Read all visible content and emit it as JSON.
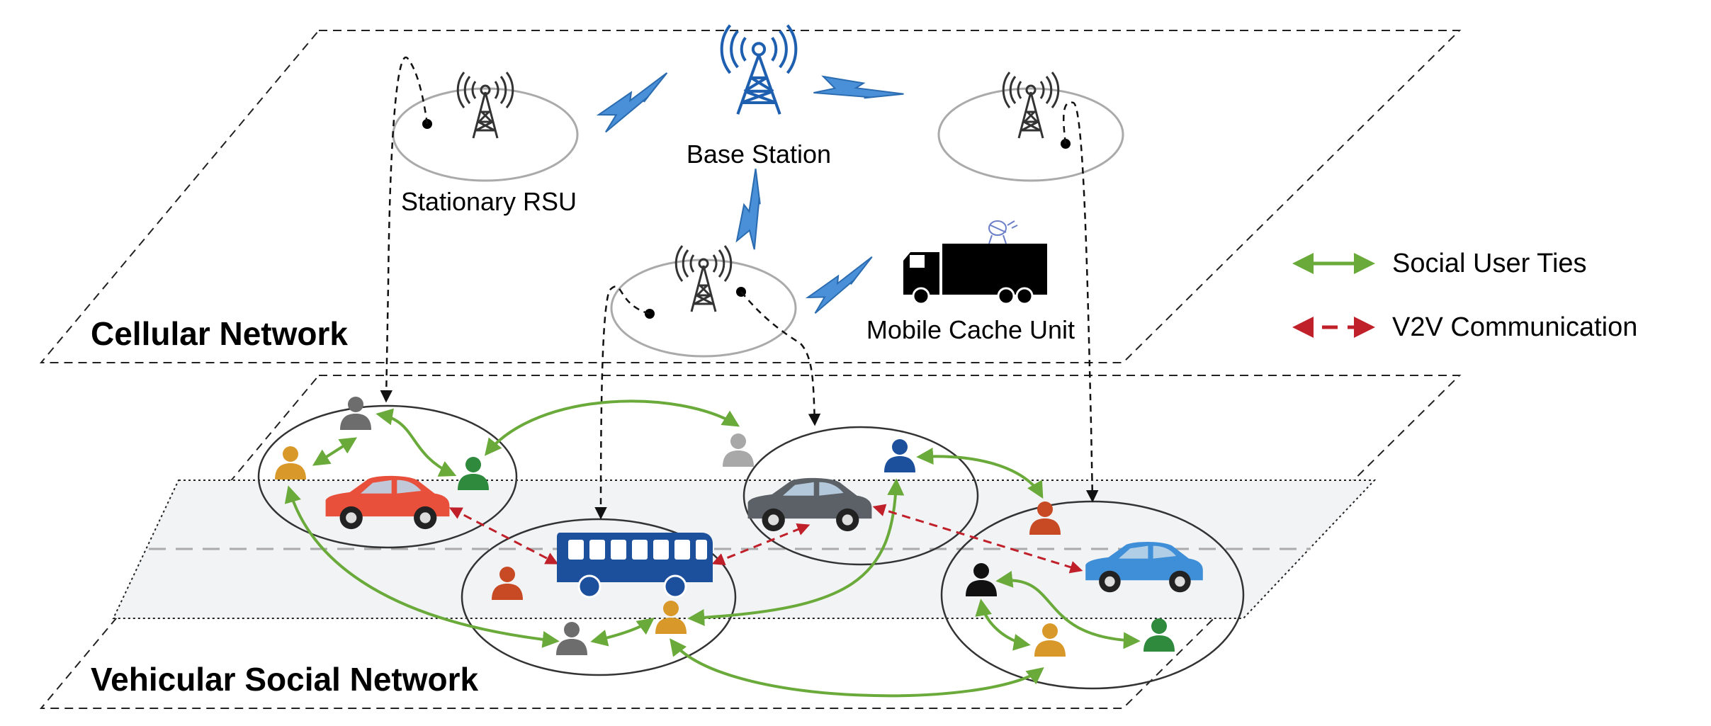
{
  "planes": {
    "cellular": "Cellular Network",
    "vehicular": "Vehicular Social Network"
  },
  "nodes": {
    "base_station": "Base Station",
    "stationary_rsu": "Stationary RSU",
    "mobile_cache_unit": "Mobile Cache Unit"
  },
  "legend": {
    "social_ties": "Social User Ties",
    "v2v": "V2V Communication"
  },
  "colors": {
    "social_ties": "#6aaa3a",
    "v2v": "#c0202a",
    "lightning": "#4a90d9",
    "base_station": "#1f5fb0",
    "road": "#f2f3f5"
  },
  "icons": {
    "tower": "radio-tower-icon",
    "user": "user-icon",
    "truck": "truck-icon",
    "bus": "bus-icon",
    "car": "car-icon"
  }
}
